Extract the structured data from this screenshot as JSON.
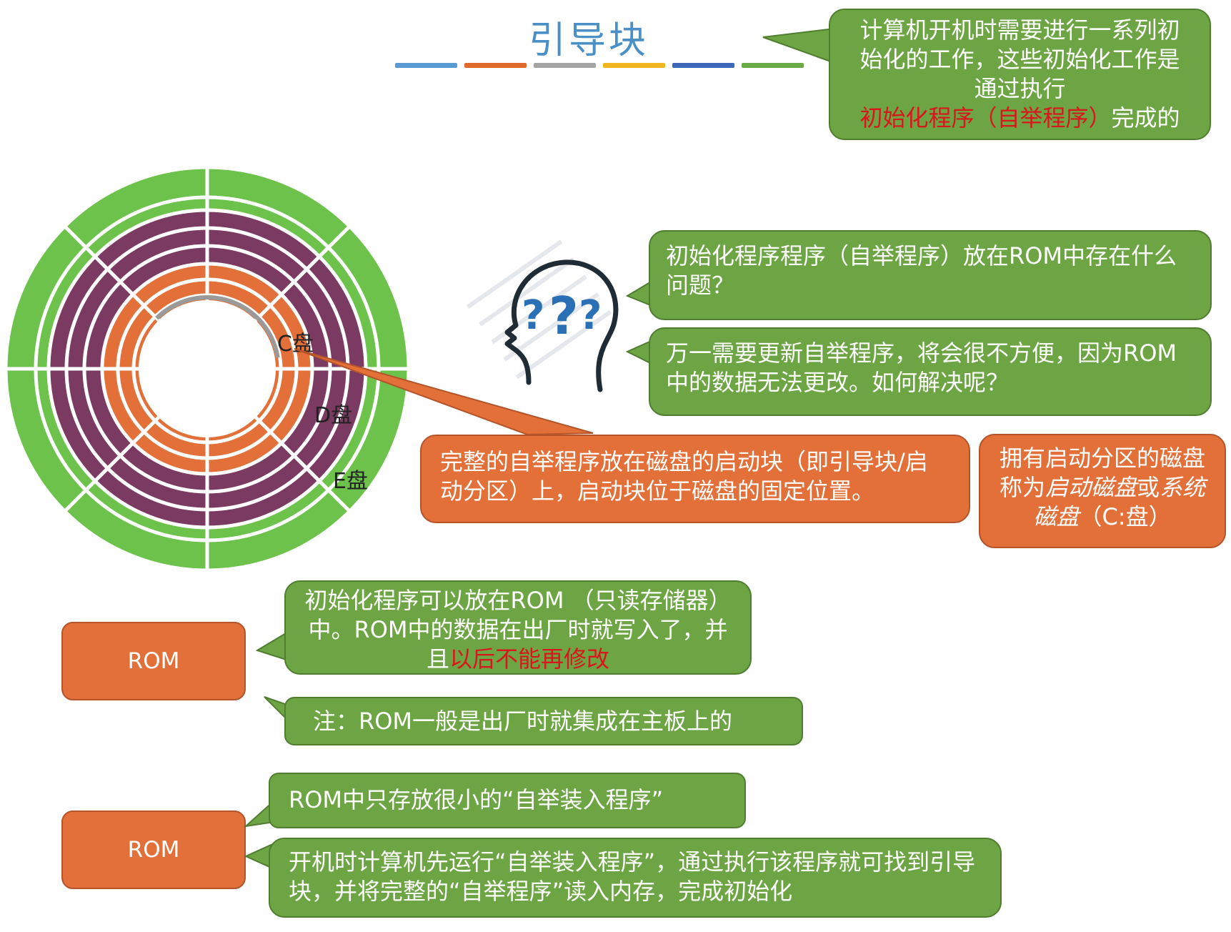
{
  "title": "引导块",
  "title_bar_colors": [
    "#5b9bd5",
    "#e06a2c",
    "#a5a5a5",
    "#f2b61e",
    "#3d69b8",
    "#6aab45"
  ],
  "colors": {
    "green": "#6ea544",
    "orange": "#e36f39",
    "purple": "#7a3a62",
    "disk_green": "#6cc24a",
    "red_text": "#d8161b",
    "title_blue": "#4b8fc7"
  },
  "top_note": {
    "part1": "计算机开机时需要进行一系列初始化的工作，这些初始化工作是通过执行",
    "highlight": "初始化程序（自举程序）",
    "part2": "完成的"
  },
  "disk": {
    "labels": [
      "C盘",
      "D盘",
      "E盘"
    ]
  },
  "question1": "初始化程序程序（自举程序）放在ROM中存在什么问题？",
  "question2": "万一需要更新自举程序，将会很不方便，因为ROM中的数据无法更改。如何解决呢？",
  "boot_block_note": "完整的自举程序放在磁盘的启动块（即引导块/启动分区）上，启动块位于磁盘的固定位置。",
  "boot_disk_note": {
    "part1": "拥有启动分区的磁盘称为",
    "italic1": "启动磁盘",
    "part2": "或",
    "italic2": "系统磁盘",
    "part3": "（C:盘）"
  },
  "rom1": {
    "label": "ROM",
    "note_part1": "初始化程序可以放在ROM （只读存储器）中。ROM中的数据在出厂时就写入了，并且",
    "note_highlight": "以后不能再修改",
    "note2": "注：ROM一般是出厂时就集成在主板上的"
  },
  "rom2": {
    "label": "ROM",
    "note1": "ROM中只存放很小的“自举装入程序”",
    "note2": "开机时计算机先运行“自举装入程序”，通过执行该程序就可找到引导块，并将完整的“自举程序”读入内存，完成初始化"
  }
}
